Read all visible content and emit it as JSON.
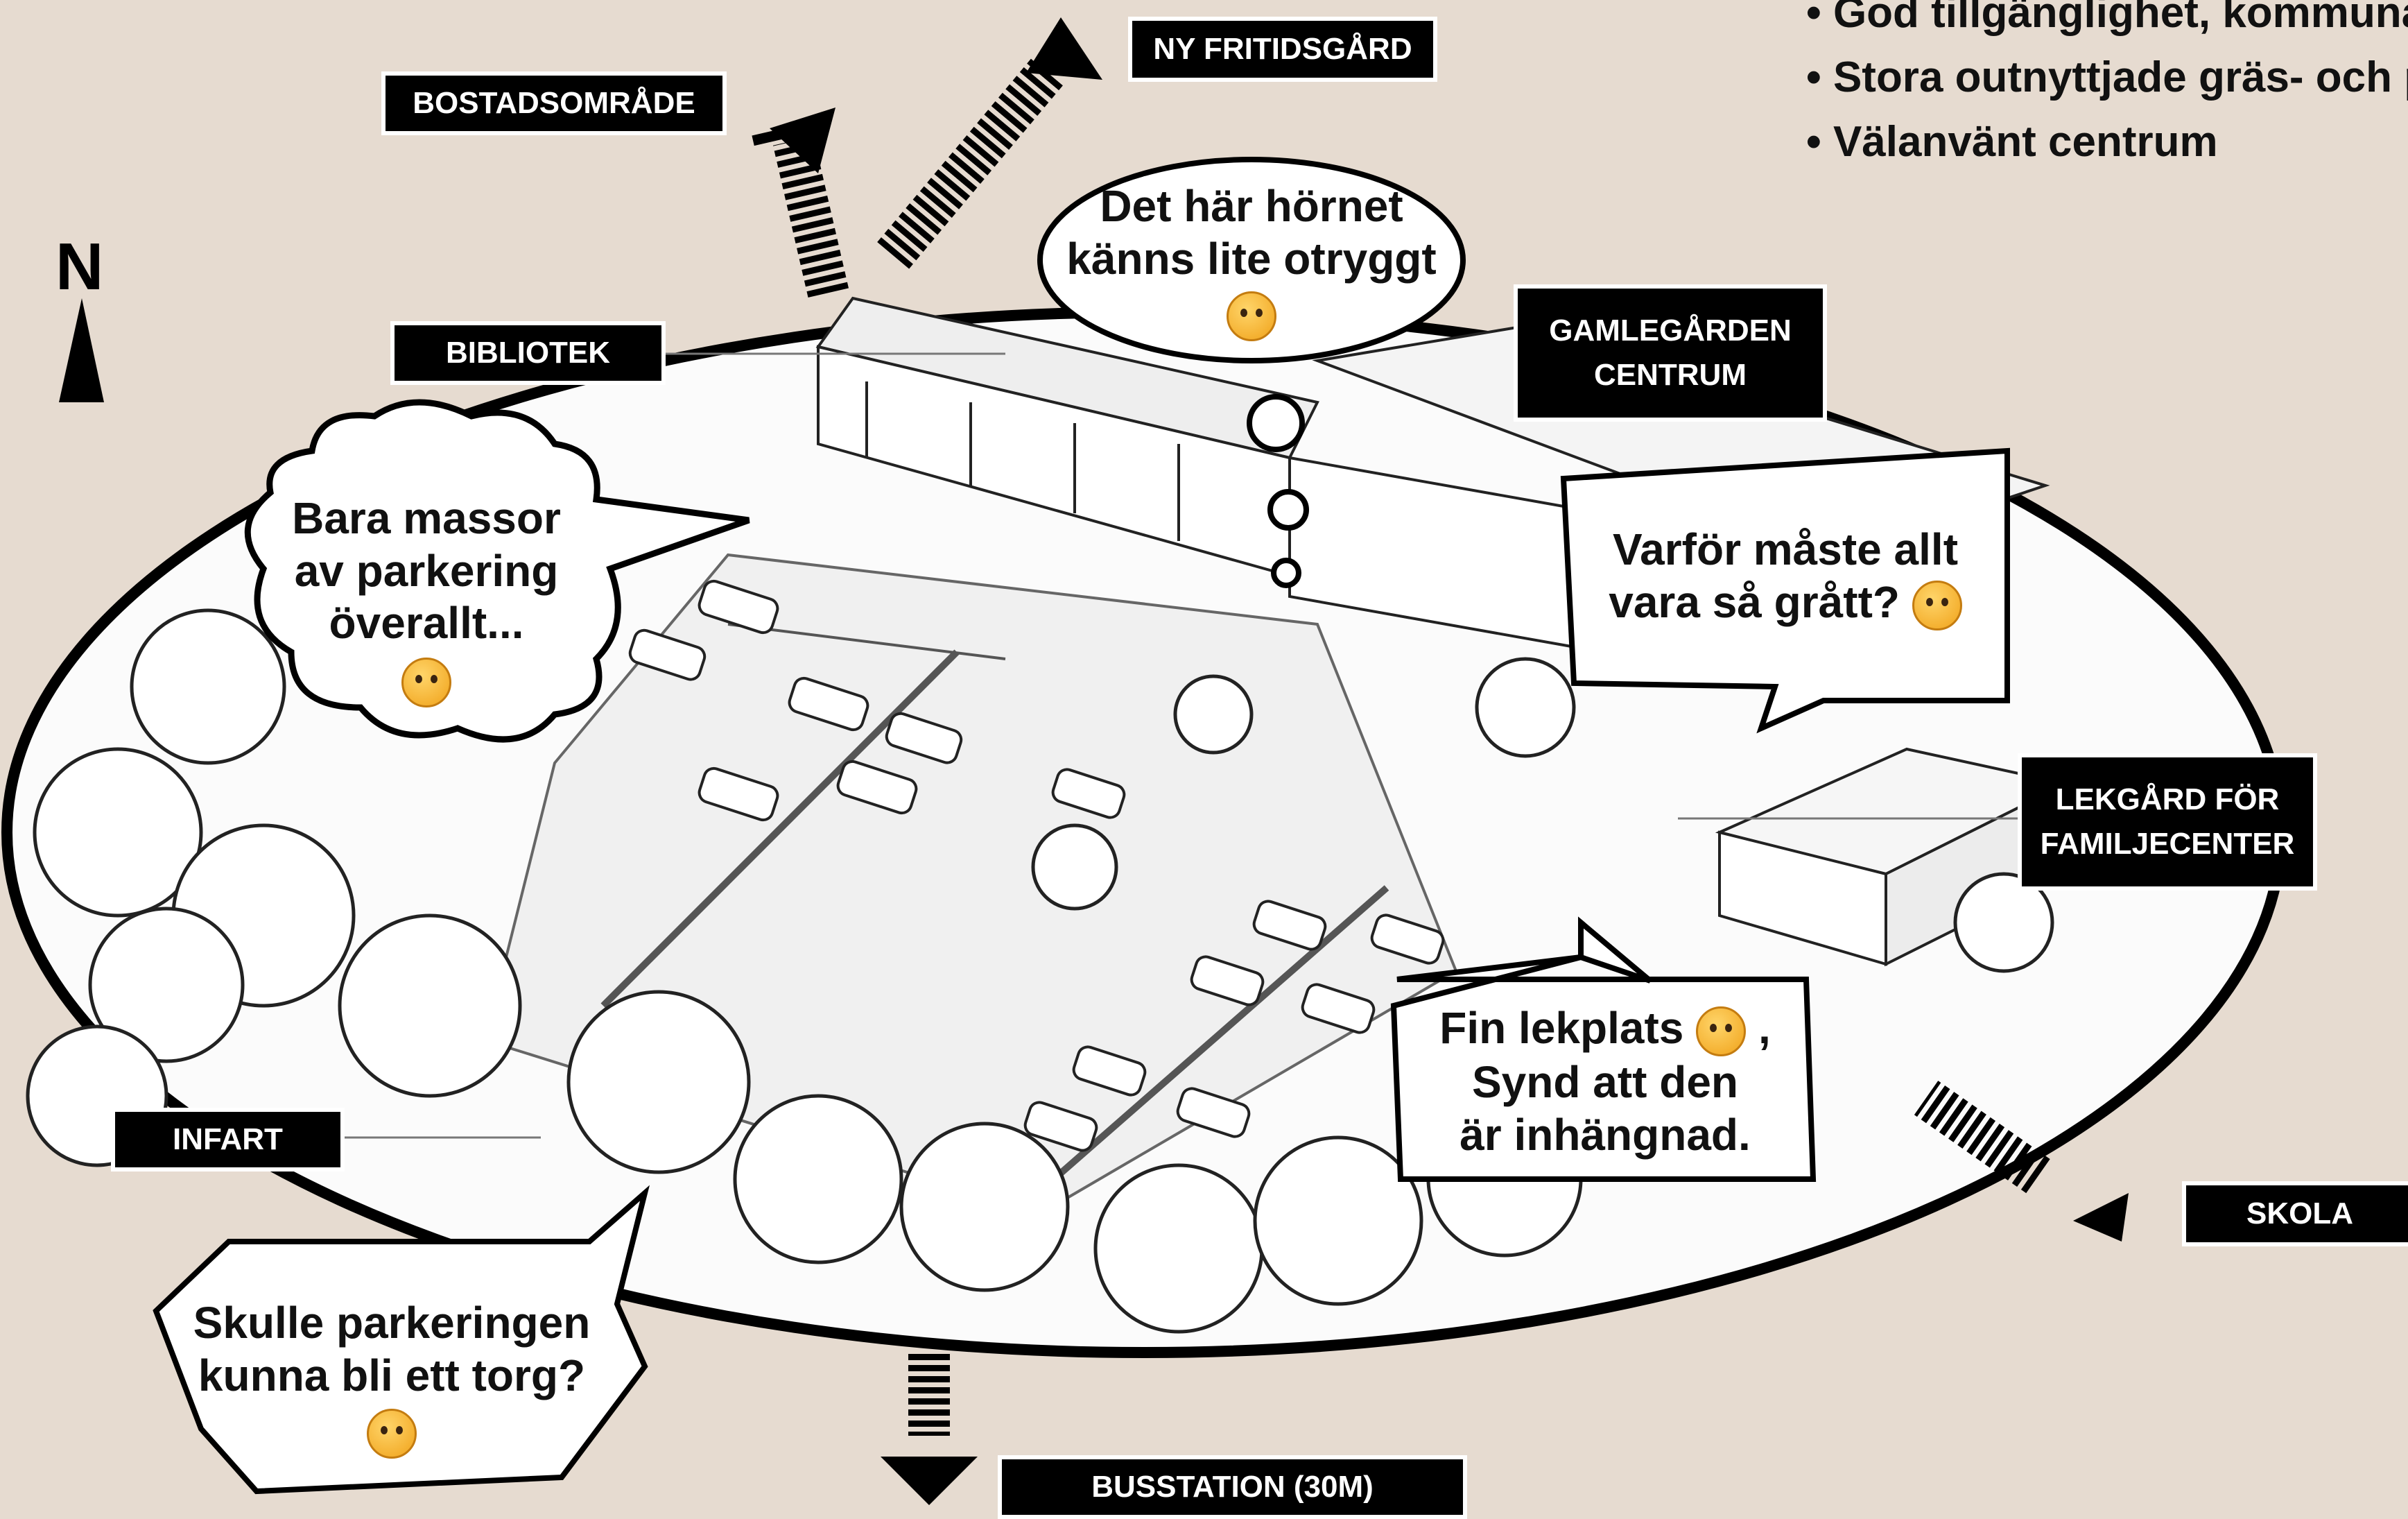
{
  "north_label": "N",
  "bullets": [
    "God tillgänglighet, kommunal b",
    "Stora outnyttjade gräs- och p",
    "Välanvänt centrum"
  ],
  "labels": {
    "bostadsomrade": "BOSTADSOMRÅDE",
    "ny_fritidsgard": "NY FRITIDSGÅRD",
    "bibliotek": "BIBLIOTEK",
    "gamlegarden": "GAMLEGÅRDEN CENTRUM",
    "lekgard": "LEKGÅRD FÖR FAMILJECENTER",
    "infart": "INFART",
    "skola": "SKOLA",
    "busstation": "BUSSTATION (30M)"
  },
  "bubbles": {
    "corner": [
      "Det här hörnet",
      "känns lite otryggt"
    ],
    "parking": [
      "Bara massor",
      "av parkering",
      "överallt..."
    ],
    "grey": [
      "Varför måste allt",
      "vara så grått?"
    ],
    "playground": [
      "Fin lekplats",
      ",",
      "Synd att den",
      "är inhängnad."
    ],
    "torg": [
      "Skulle parkeringen",
      "kunna bli ett torg?"
    ]
  },
  "emoji_icons": {
    "corner": "anxious-face-icon",
    "parking": "tired-face-icon",
    "grey": "crying-face-icon",
    "playground": "heart-eyes-face-icon",
    "torg": "skeptical-face-icon"
  }
}
